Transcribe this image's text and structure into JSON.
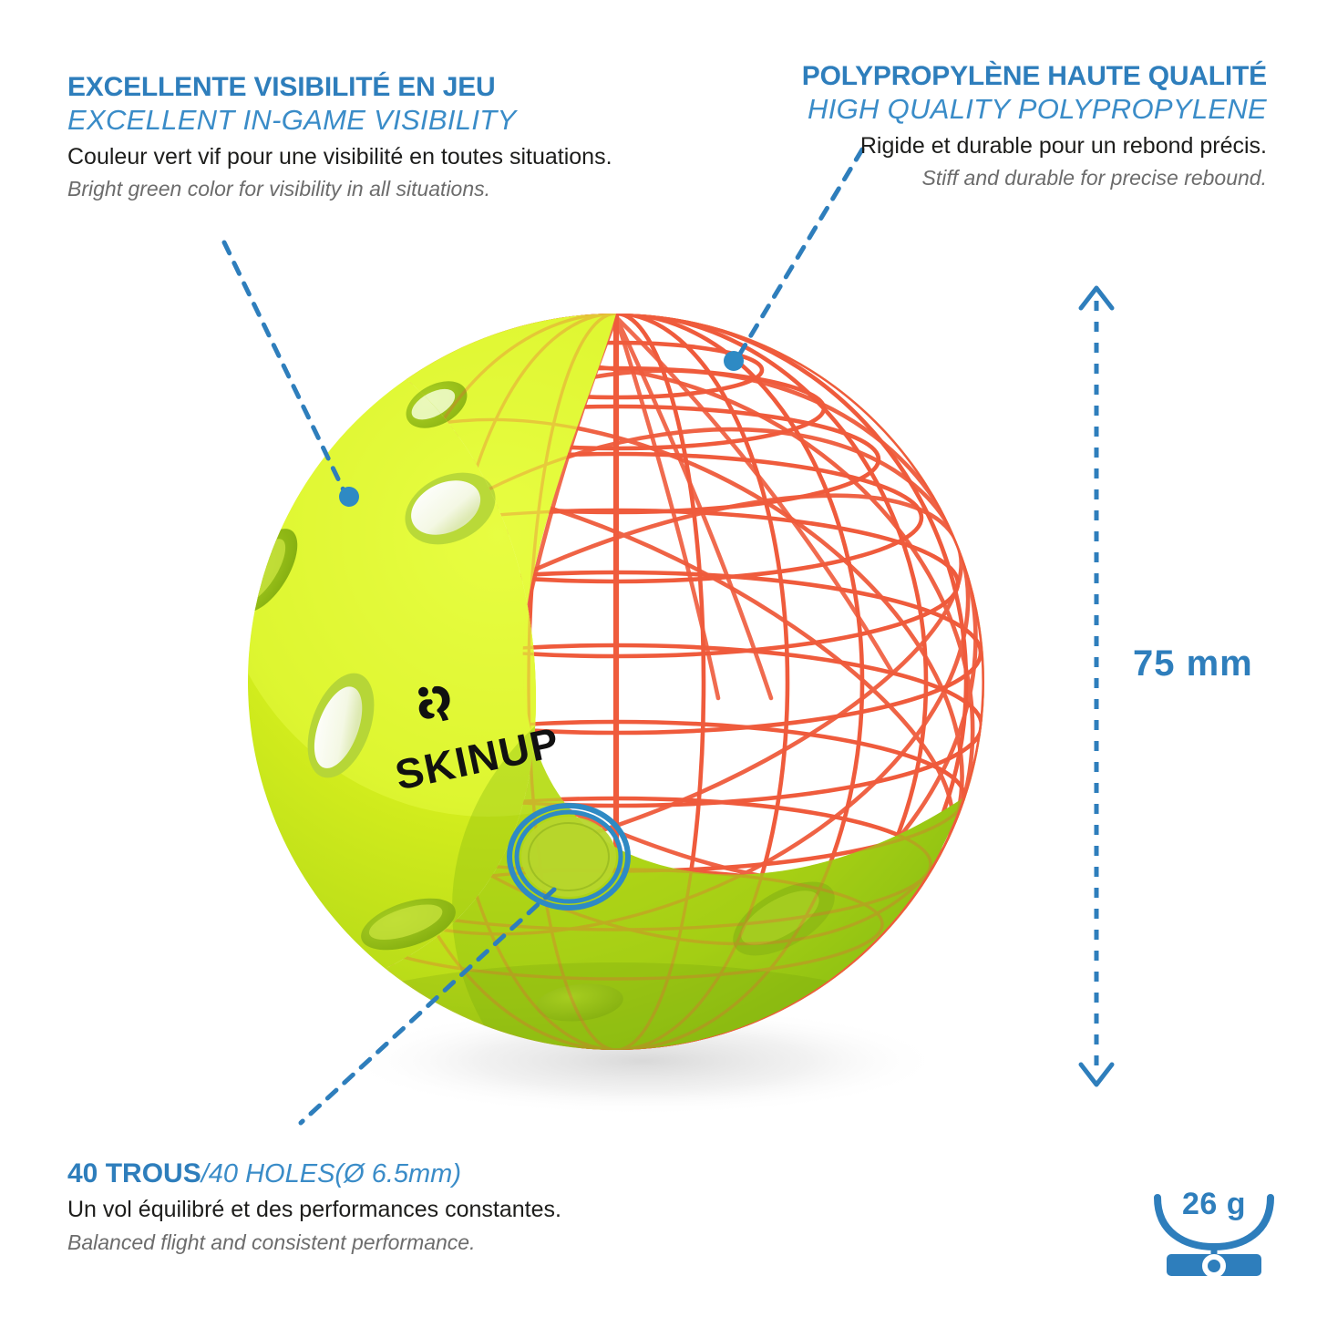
{
  "product": {
    "brand": "SKINUP",
    "colors": {
      "accent_blue": "#2e7ebc",
      "subtitle_blue": "#3a8cc8",
      "ball_green": "#d4ee1c",
      "ball_green_shadow": "#97c816",
      "wireframe_orange": "#ef5b3c",
      "body_text": "#1d1d1b",
      "body_text_en": "#6c6c6c"
    }
  },
  "callouts": {
    "visibility": {
      "title": "EXCELLENTE VISIBILITÉ EN JEU",
      "subtitle": "EXCELLENT IN-GAME VISIBILITY",
      "description_fr": "Couleur vert vif pour une visibilité en toutes situations.",
      "description_en": "Bright green color for visibility in all situations."
    },
    "material": {
      "title": "POLYPROPYLÈNE HAUTE QUALITÉ",
      "subtitle": "HIGH QUALITY POLYPROPYLENE",
      "description_fr": "Rigide et durable pour un rebond précis.",
      "description_en": "Stiff and durable for precise rebound."
    },
    "holes": {
      "title_fr": "40 TROUS",
      "separator": "/",
      "title_en": "40  HOLES",
      "diameter": "(Ø 6.5mm)",
      "description_fr": "Un vol équilibré et des performances constantes.",
      "description_en": "Balanced flight and consistent performance."
    }
  },
  "specs": {
    "diameter_label": "75 mm",
    "weight_label": "26 g"
  },
  "icons": {
    "scale": "scale-icon",
    "dimension_arrow": "dimension-arrow-icon"
  }
}
